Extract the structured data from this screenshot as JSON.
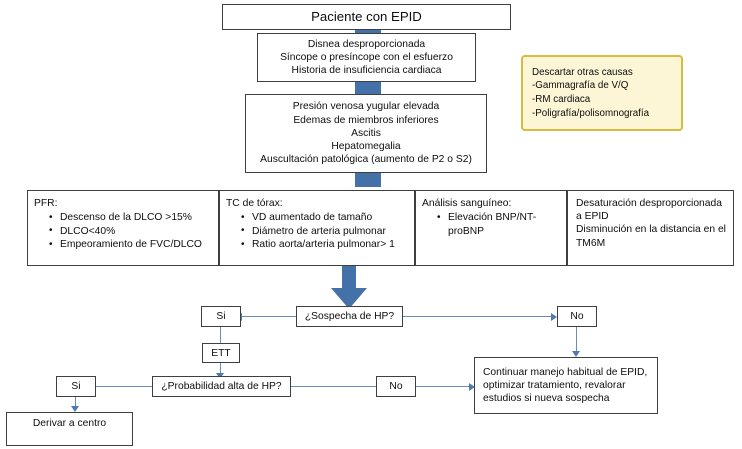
{
  "diagram": {
    "title_box": {
      "text": "Paciente con EPID"
    },
    "symptoms_box": {
      "lines": [
        "Disnea desproporcionada",
        "Síncope o presíncope con el esfuerzo",
        "Historia de insuficiencia cardiaca"
      ]
    },
    "signs_box": {
      "lines": [
        "Presión venosa yugular elevada",
        "Edemas de miembros inferiores",
        "Ascitis",
        "Hepatomegalia",
        "Auscultación patológica (aumento de P2 o S2)"
      ]
    },
    "callout_box": {
      "lines": [
        "Descartar otras causas",
        "-Gammagrafía de V/Q",
        "-RM cardiaca",
        "-Poligrafía/polisomnografía"
      ]
    },
    "tests": [
      {
        "header": "PFR:",
        "items": [
          "Descenso de la DLCO >15%",
          "DLCO<40%",
          "Empeoramiento de FVC/DLCO"
        ]
      },
      {
        "header": "TC de tórax:",
        "items": [
          "VD aumentado de tamaño",
          "Diámetro de arteria pulmonar",
          "Ratio aorta/arteria pulmonar> 1"
        ]
      },
      {
        "header": "Análisis sanguíneo:",
        "items": [
          "Elevación BNP/NT-proBNP"
        ]
      },
      {
        "header": "",
        "plain_lines": [
          "Desaturación desproporcionada a EPID",
          "Disminución en la distancia en el TM6M"
        ]
      }
    ],
    "decisions": {
      "suspicion": "¿Sospecha de HP?",
      "suspicion_yes": "Si",
      "suspicion_no": "No",
      "ett": "ETT",
      "probability": "¿Probabilidad alta de HP?",
      "probability_yes": "Si",
      "probability_no": "No",
      "refer": "Derivar a centro",
      "continue_lines": [
        "Continuar manejo habitual de EPID,",
        "optimizar tratamiento, revalorar",
        "estudios si nueva sospecha"
      ]
    },
    "colors": {
      "connector_blue": "#4472a8",
      "line_blue": "#6a8cb5",
      "callout_fill": "#fdf6d6",
      "callout_border": "#d8bb3f",
      "box_border": "#3f3f3f"
    }
  }
}
